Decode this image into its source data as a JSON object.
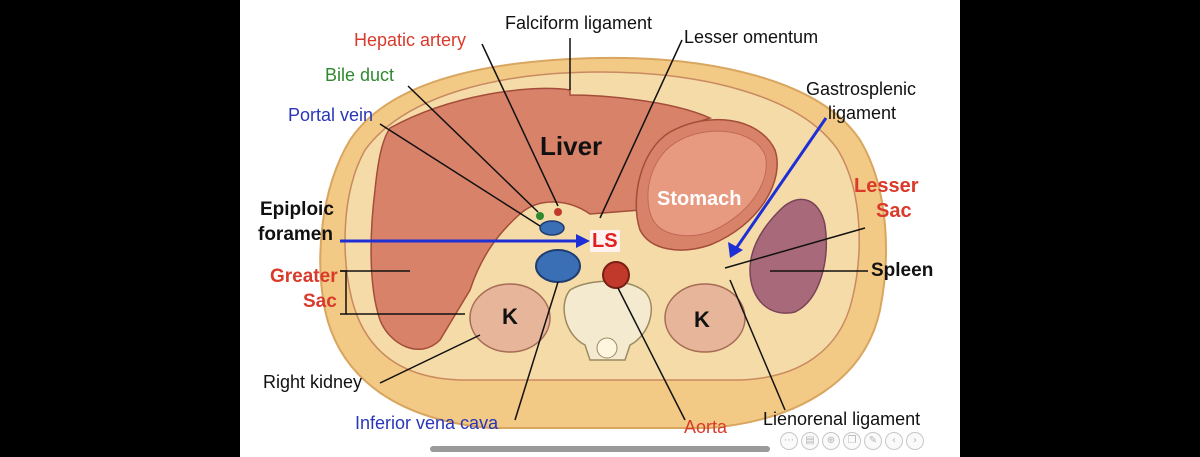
{
  "labels": {
    "hepatic_artery": "Hepatic artery",
    "falciform_ligament": "Falciform ligament",
    "lesser_omentum": "Lesser omentum",
    "bile_duct": "Bile duct",
    "portal_vein": "Portal vein",
    "gastrosplenic_line1": "Gastrosplenic",
    "gastrosplenic_line2": "ligament",
    "lesser_sac_line1": "Lesser",
    "lesser_sac_line2": "Sac",
    "epiploic_line1": "Epiploic",
    "epiploic_line2": "foramen",
    "greater_sac_line1": "Greater",
    "greater_sac_line2": "Sac",
    "spleen": "Spleen",
    "right_kidney": "Right kidney",
    "inferior_vena_cava": "Inferior vena cava",
    "aorta": "Aorta",
    "lienorenal_ligament": "Lienorenal ligament",
    "liver": "Liver",
    "stomach": "Stomach",
    "ls": "LS",
    "kidney_left": "K",
    "kidney_right": "K"
  },
  "colors": {
    "red_label": "#d93a2b",
    "green_label": "#2f8a2f",
    "blue_label": "#2a36b8",
    "arrow_blue": "#1f2fd6",
    "body_wall": "#f2c985",
    "organ": "#d9826a",
    "kidney": "#e6b59a",
    "spleen": "#a86a7a",
    "ivc": "#3a6fb5",
    "aorta": "#c0392b"
  },
  "toolbar": {
    "icons": [
      "more-icon",
      "slides-icon",
      "zoom-icon",
      "copy-icon",
      "pen-icon",
      "prev-icon",
      "next-icon"
    ],
    "glyphs": [
      "⋯",
      "▤",
      "⊕",
      "❐",
      "✎",
      "‹",
      "›"
    ]
  }
}
